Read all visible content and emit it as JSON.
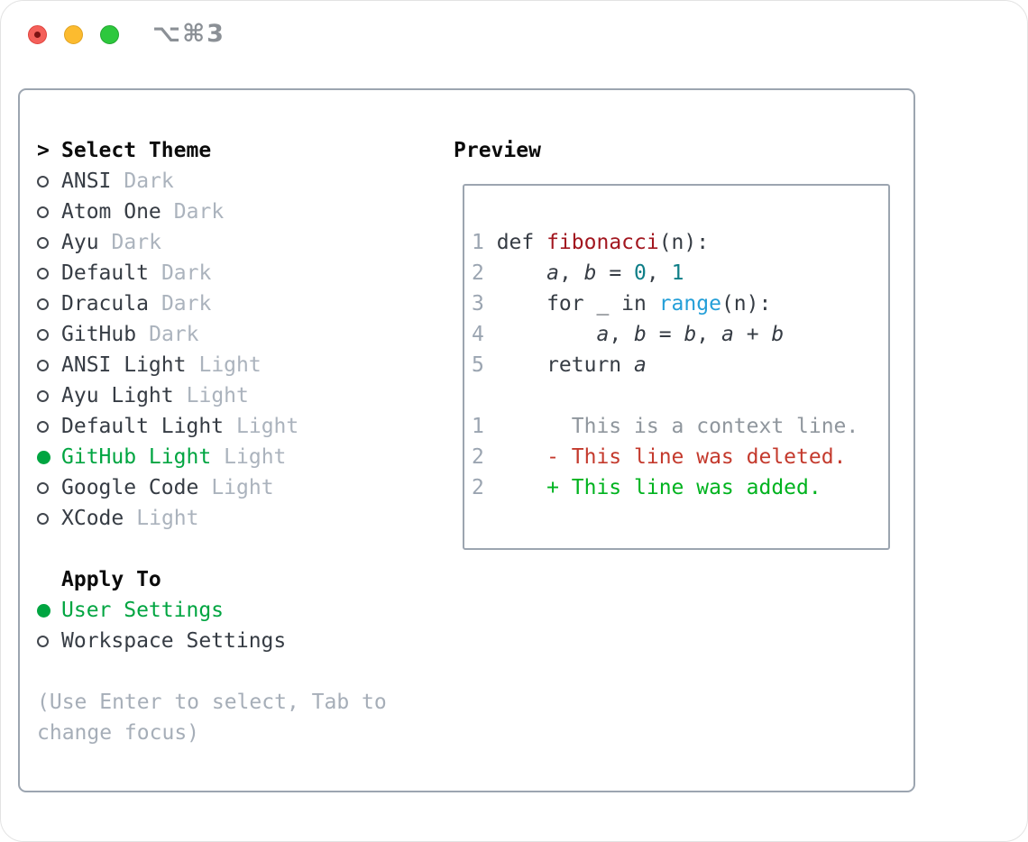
{
  "window": {
    "shortcut_label": "⌥⌘3"
  },
  "colors": {
    "accent_green": "#00a541",
    "added_green": "#00b31f",
    "deleted_red": "#c43a2d",
    "function_red": "#a2161f",
    "number_teal": "#0e7e87",
    "builtin_blue": "#249fd8",
    "text_dark": "#363c44",
    "muted_gray": "#abb3bd",
    "line_number_gray": "#9ba5b1",
    "context_gray": "#8f969d",
    "border_gray": "#9ca5b0",
    "help_gray": "#a6aeb8"
  },
  "select_theme": {
    "prompt": ">",
    "title": "Select Theme",
    "themes": [
      {
        "name": "ANSI",
        "variant": "Dark",
        "selected": false
      },
      {
        "name": "Atom One",
        "variant": "Dark",
        "selected": false
      },
      {
        "name": "Ayu",
        "variant": "Dark",
        "selected": false
      },
      {
        "name": "Default",
        "variant": "Dark",
        "selected": false
      },
      {
        "name": "Dracula",
        "variant": "Dark",
        "selected": false
      },
      {
        "name": "GitHub",
        "variant": "Dark",
        "selected": false
      },
      {
        "name": "ANSI Light",
        "variant": "Light",
        "selected": false
      },
      {
        "name": "Ayu Light",
        "variant": "Light",
        "selected": false
      },
      {
        "name": "Default Light",
        "variant": "Light",
        "selected": false
      },
      {
        "name": "GitHub Light",
        "variant": "Light",
        "selected": true
      },
      {
        "name": "Google Code",
        "variant": "Light",
        "selected": false
      },
      {
        "name": "XCode",
        "variant": "Light",
        "selected": false
      }
    ],
    "apply_to": {
      "title": "Apply To",
      "options": [
        {
          "label": "User Settings",
          "selected": true
        },
        {
          "label": "Workspace Settings",
          "selected": false
        }
      ]
    },
    "help_lines": [
      "(Use Enter to select, Tab to",
      "change focus)"
    ]
  },
  "preview": {
    "title": "Preview",
    "code_lines": [
      {
        "num": "1",
        "segments": [
          {
            "text": "def ",
            "style": "plain"
          },
          {
            "text": "fibonacci",
            "style": "function"
          },
          {
            "text": "(n):",
            "style": "plain"
          }
        ]
      },
      {
        "num": "2",
        "segments": [
          {
            "text": "    ",
            "style": "plain"
          },
          {
            "text": "a",
            "style": "variable"
          },
          {
            "text": ", ",
            "style": "plain"
          },
          {
            "text": "b",
            "style": "variable"
          },
          {
            "text": " = ",
            "style": "plain"
          },
          {
            "text": "0",
            "style": "number"
          },
          {
            "text": ", ",
            "style": "plain"
          },
          {
            "text": "1",
            "style": "number"
          }
        ]
      },
      {
        "num": "3",
        "segments": [
          {
            "text": "    for _ in ",
            "style": "plain"
          },
          {
            "text": "range",
            "style": "builtin"
          },
          {
            "text": "(n):",
            "style": "plain"
          }
        ]
      },
      {
        "num": "4",
        "segments": [
          {
            "text": "        ",
            "style": "plain"
          },
          {
            "text": "a",
            "style": "variable"
          },
          {
            "text": ", ",
            "style": "plain"
          },
          {
            "text": "b",
            "style": "variable"
          },
          {
            "text": " = ",
            "style": "plain"
          },
          {
            "text": "b",
            "style": "variable"
          },
          {
            "text": ", ",
            "style": "plain"
          },
          {
            "text": "a",
            "style": "variable"
          },
          {
            "text": " + ",
            "style": "plain"
          },
          {
            "text": "b",
            "style": "variable"
          }
        ]
      },
      {
        "num": "5",
        "segments": [
          {
            "text": "    return ",
            "style": "plain"
          },
          {
            "text": "a",
            "style": "variable"
          }
        ]
      }
    ],
    "diff_lines": [
      {
        "num": "1",
        "kind": "context",
        "text": "      This is a context line."
      },
      {
        "num": "2",
        "kind": "deleted",
        "text": "    - This line was deleted."
      },
      {
        "num": "2",
        "kind": "added",
        "text": "    + This line was added."
      }
    ]
  }
}
